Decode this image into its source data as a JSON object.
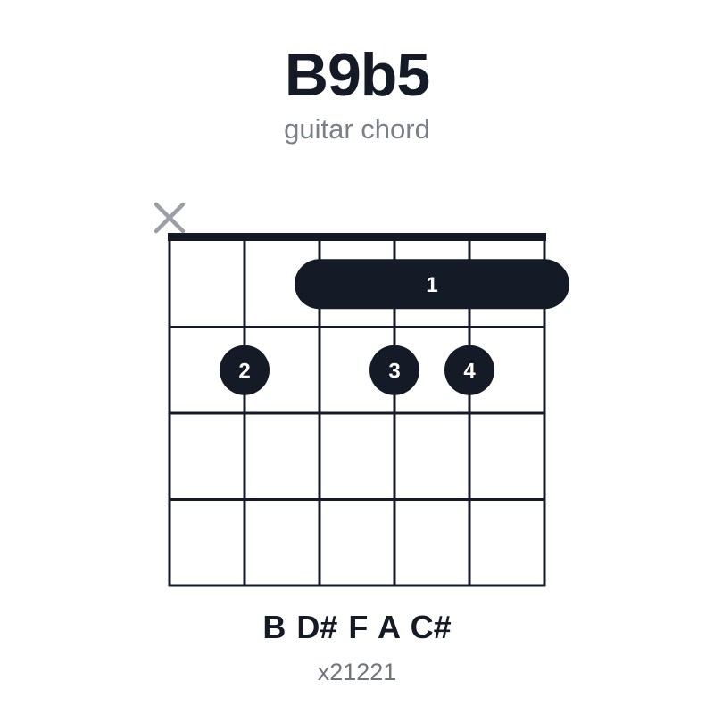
{
  "title": "B9b5",
  "subtitle": "guitar chord",
  "notes": "B D# F A C#",
  "fingering": "x21221",
  "chord_data": {
    "type": "chord-diagram",
    "strings": 6,
    "frets_shown": 4,
    "muted_strings": [
      1
    ],
    "barre": {
      "fret": 1,
      "from_string": 3,
      "to_string": 6,
      "finger": "1"
    },
    "dots": [
      {
        "string": 2,
        "fret": 2,
        "finger": "2"
      },
      {
        "string": 4,
        "fret": 2,
        "finger": "3"
      },
      {
        "string": 5,
        "fret": 2,
        "finger": "4"
      }
    ]
  },
  "colors": {
    "ink": "#141a26",
    "muted_marker": "#9a9ea5",
    "subtitle": "#7a7f88"
  }
}
